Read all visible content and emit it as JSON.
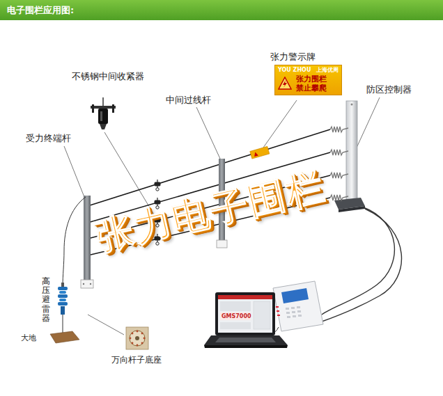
{
  "diagram": {
    "title": "电子围栏应用图:",
    "nodes": [
      {
        "text": [
          "YOU ZHOU",
          "上海优周",
          "张力围栏 禁止攀爬"
        ]
      }
    ],
    "labels": [
      "不锈钢中间收紧器",
      "中间过线杆",
      "张力警示牌",
      "防区控制器",
      "受力终端杆",
      "高压避雷器",
      "大地",
      "万向杆子底座",
      "张力电子围栏",
      "GMS7000"
    ]
  }
}
